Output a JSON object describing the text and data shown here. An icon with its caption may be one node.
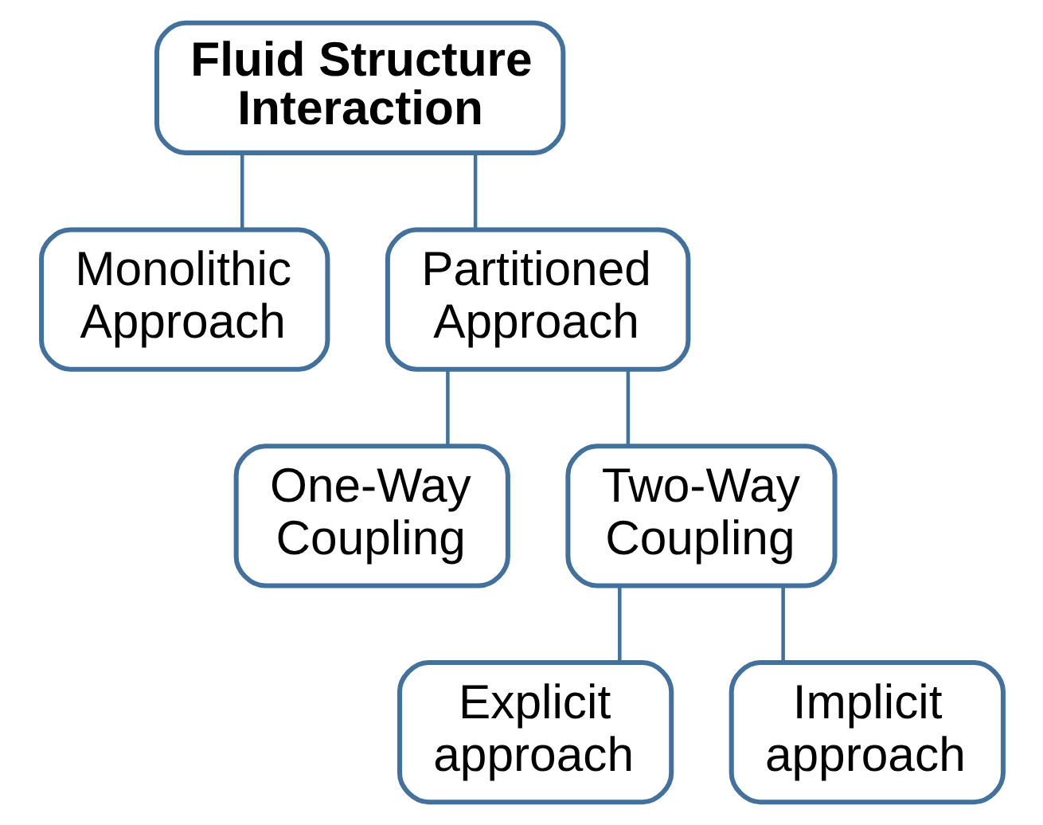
{
  "diagram": {
    "nodes": [
      {
        "text": [
          "Fluid Structure Interaction"
        ]
      },
      {
        "text": [
          "Monolithic Approach"
        ]
      },
      {
        "text": [
          "Partitioned Approach"
        ]
      },
      {
        "text": [
          "One-Way Coupling"
        ]
      },
      {
        "text": [
          "Two-Way Coupling"
        ]
      },
      {
        "text": [
          "Explicit approach"
        ]
      },
      {
        "text": [
          "Implicit approach"
        ]
      }
    ],
    "edges": [
      {
        "from": 0,
        "to": 1,
        "arrow": "none"
      },
      {
        "from": 0,
        "to": 2,
        "arrow": "none"
      },
      {
        "from": 2,
        "to": 3,
        "arrow": "none"
      },
      {
        "from": 2,
        "to": 4,
        "arrow": "none"
      },
      {
        "from": 4,
        "to": 5,
        "arrow": "none"
      },
      {
        "from": 4,
        "to": 6,
        "arrow": "none"
      }
    ]
  }
}
